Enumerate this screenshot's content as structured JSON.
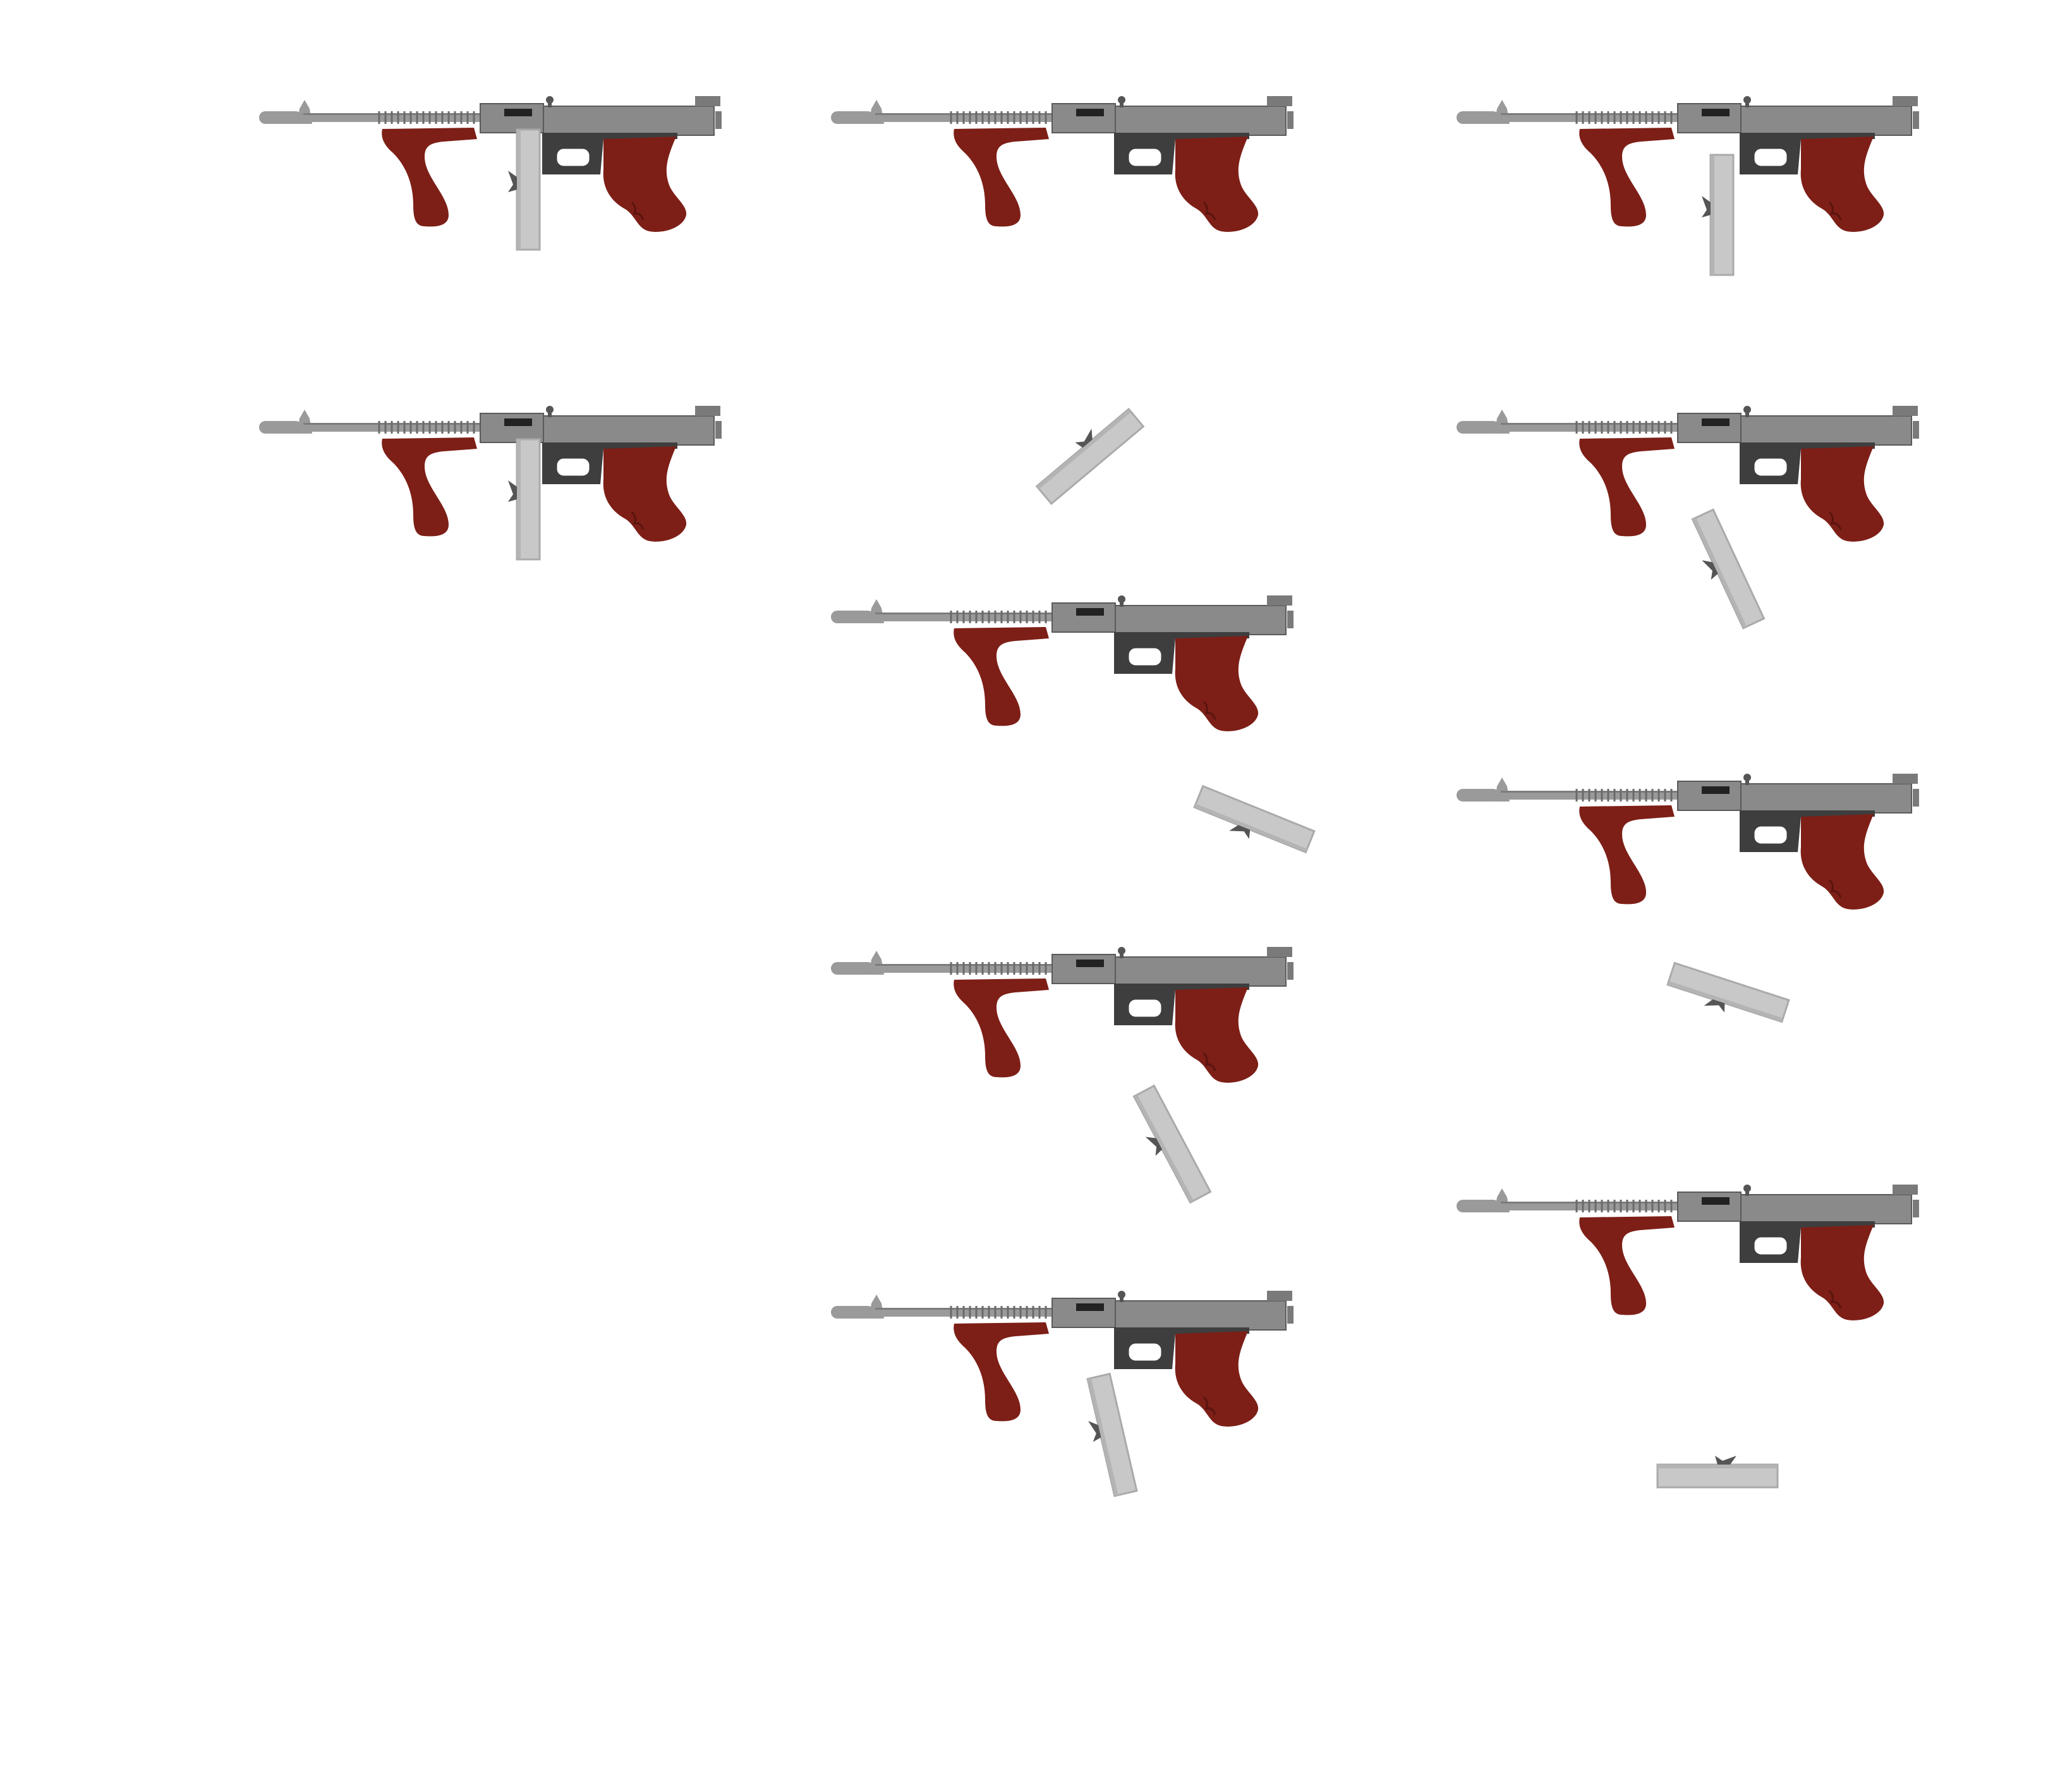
{
  "sprite_sheet": {
    "background": "#ffffff",
    "colors": {
      "body": "#8a8a8a",
      "body_dark": "#4d4d4d",
      "barrel": "#9a9a9a",
      "outline": "#5a5a5a",
      "wood": "#7d1f17",
      "magazine": "#c8c8c8",
      "magazine_edge": "#aaaaaa"
    },
    "frames": [
      {
        "id": "col1-frame1",
        "magazine": "inserted",
        "magazine_angle_deg": 0
      },
      {
        "id": "col1-frame2",
        "magazine": "inserted",
        "magazine_angle_deg": 0
      },
      {
        "id": "col2-frame1",
        "magazine": "none"
      },
      {
        "id": "col2-frame2",
        "magazine": "flying",
        "magazine_angle_deg": -40
      },
      {
        "id": "col2-frame3",
        "magazine": "flying",
        "magazine_angle_deg": 20
      },
      {
        "id": "col2-frame4",
        "magazine": "flying",
        "magazine_angle_deg": -30
      },
      {
        "id": "col2-frame5",
        "magazine": "dropping",
        "magazine_angle_deg": -12
      },
      {
        "id": "col3-frame1",
        "magazine": "dropping",
        "magazine_angle_deg": 0
      },
      {
        "id": "col3-frame2",
        "magazine": "falling",
        "magazine_angle_deg": -25
      },
      {
        "id": "col3-frame3",
        "magazine": "falling",
        "magazine_angle_deg": 18
      },
      {
        "id": "col3-frame4",
        "magazine": "landed",
        "magazine_angle_deg": 0
      }
    ]
  }
}
